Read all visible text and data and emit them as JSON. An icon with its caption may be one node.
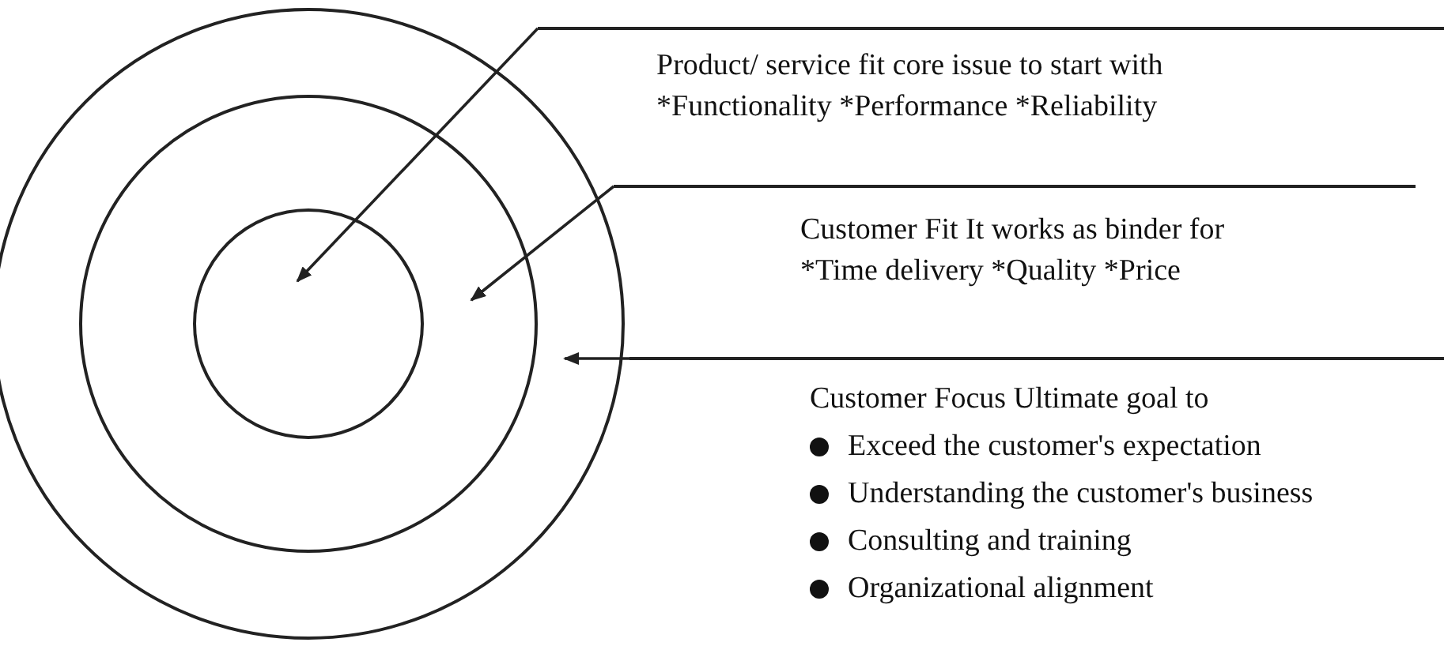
{
  "diagram": {
    "nodes": [
      {
        "text": [],
        "shape": "circle"
      },
      {
        "text": [],
        "shape": "circle",
        "in": 0
      },
      {
        "text": [],
        "shape": "circle",
        "in": 1
      },
      {
        "text": [
          "Product/ service fit  core issue to start with",
          "*Functionality *Performance *Reliability"
        ]
      },
      {
        "text": [
          "Customer Fit  It works as binder for",
          "*Time delivery *Quality *Price"
        ]
      },
      {
        "text": [
          "Customer Focus  Ultimate goal to",
          "Exceed the customer's expectation",
          "Understanding the customer's business",
          "Consulting and training",
          "Organizational alignment"
        ]
      }
    ],
    "edges": [
      {
        "from": 3,
        "to": 2,
        "arrow": "to"
      },
      {
        "from": 4,
        "to": 1,
        "arrow": "to"
      },
      {
        "from": 5,
        "to": 0,
        "arrow": "to"
      }
    ]
  }
}
